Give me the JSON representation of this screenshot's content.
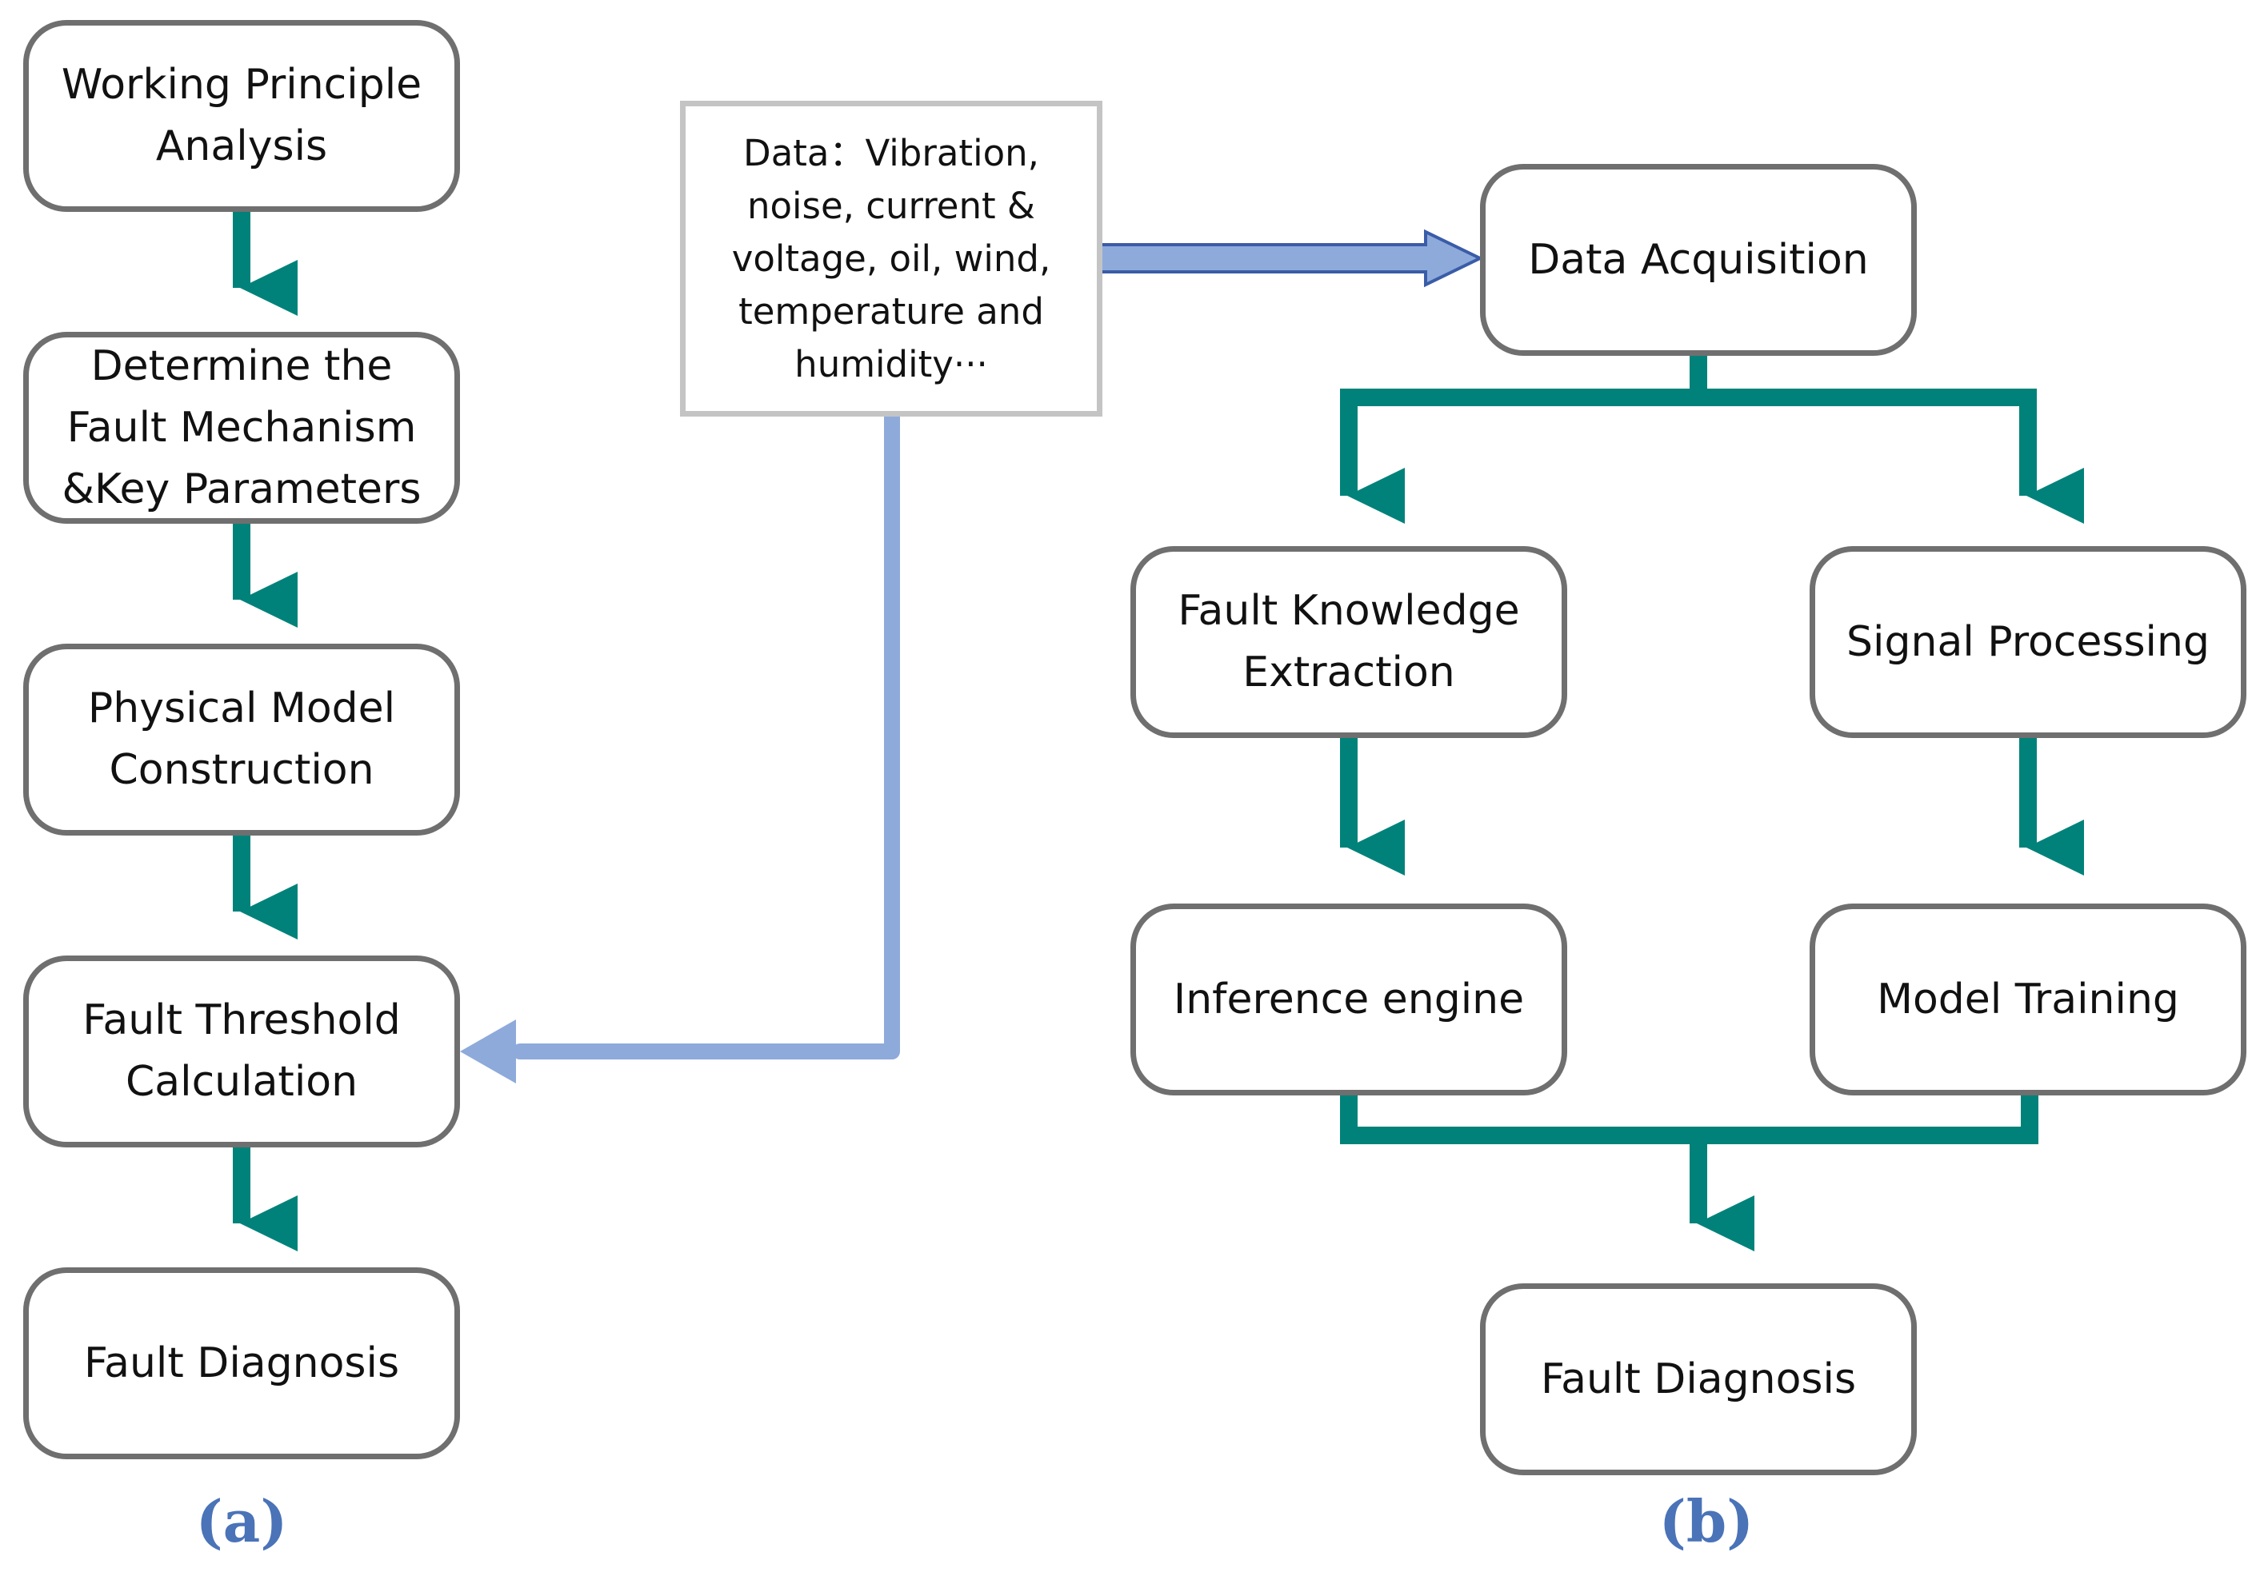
{
  "colors": {
    "flow_arrow": "#00827a",
    "data_arrow": "#8eaadb",
    "data_arrow_edge": "#3a5ca8",
    "box_border": "#6f6f6f",
    "data_box_border": "#c4c4c4",
    "panel_label": "#4a73b8"
  },
  "panel_a": {
    "label": "(a)",
    "steps": [
      "Working Principle\nAnalysis",
      "Determine the\nFault Mechanism\n&Key Parameters",
      "Physical Model\nConstruction",
      "Fault Threshold\nCalculation",
      "Fault Diagnosis"
    ]
  },
  "data_source": {
    "text": "Data：Vibration,\nnoise, current &\nvoltage, oil, wind,\ntemperature and\nhumidity···"
  },
  "panel_b": {
    "label": "(b)",
    "acquisition": "Data Acquisition",
    "knowledge_extraction": "Fault Knowledge\nExtraction",
    "signal_processing": "Signal Processing",
    "inference_engine": "Inference engine",
    "model_training": "Model Training",
    "diagnosis": "Fault Diagnosis"
  }
}
